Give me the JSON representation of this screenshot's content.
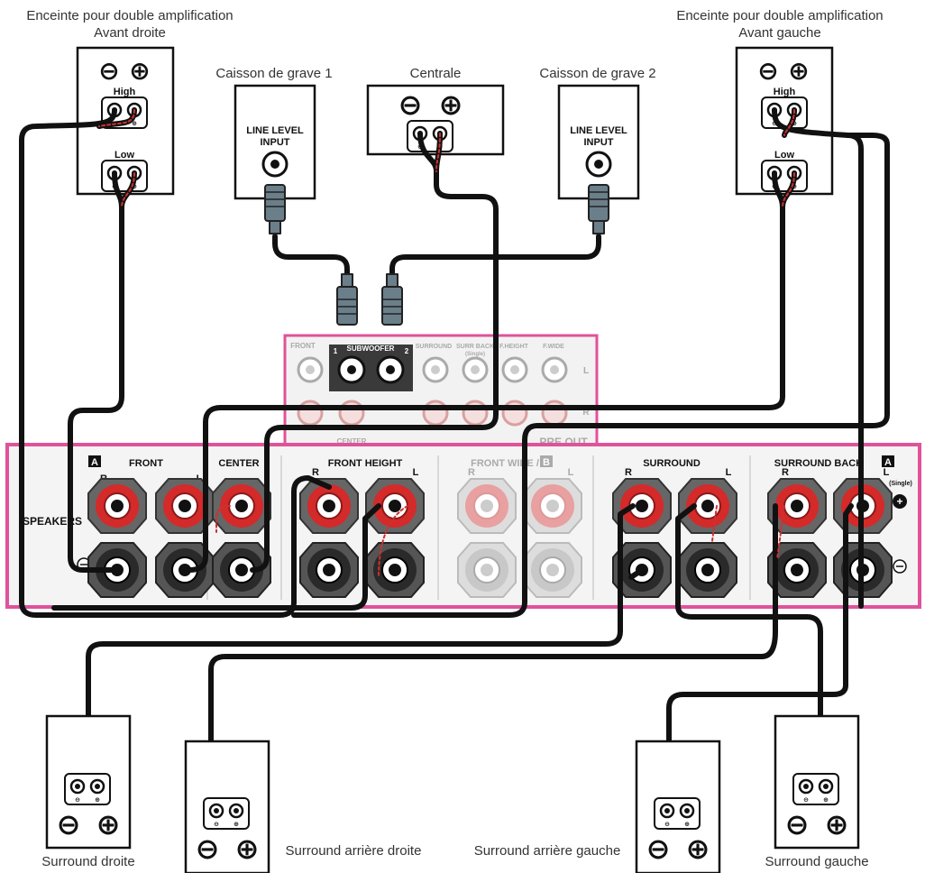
{
  "labels": {
    "front_r_line1": "Enceinte pour double amplification",
    "front_r_line2": "Avant droite",
    "front_l_line1": "Enceinte pour double amplification",
    "front_l_line2": "Avant gauche",
    "sub1": "Caisson de grave 1",
    "center": "Centrale",
    "sub2": "Caisson de grave 2",
    "surround_r": "Surround droite",
    "surround_back_r": "Surround arrière droite",
    "surround_back_l": "Surround arrière gauche",
    "surround_l": "Surround gauche"
  },
  "speaker": {
    "high": "High",
    "low": "Low",
    "line_level_1": "LINE LEVEL",
    "line_level_2": "INPUT"
  },
  "preout": {
    "front": "FRONT",
    "subwoofer": "SUBWOOFER",
    "sub_num1": "1",
    "sub_num2": "2",
    "surround": "SURROUND",
    "surr_back": "SURR BACK",
    "single": "(Single)",
    "height": "F.HEIGHT",
    "fwide": "F.WIDE",
    "l": "L",
    "r": "R",
    "center": "CENTER",
    "pre_out": "PRE OUT"
  },
  "panel": {
    "speakers": "SPEAKERS",
    "front": "FRONT",
    "center": "CENTER",
    "front_height": "FRONT HEIGHT",
    "front_wide": "FRONT WIDE /",
    "surround": "SURROUND",
    "surround_back": "SURROUND BACK",
    "badge_a": "A",
    "badge_b": "B",
    "r": "R",
    "l": "L",
    "single": "(Single)"
  },
  "colors": {
    "accent": "#e0529a",
    "cable": "#111111",
    "cable_red": "#d03030",
    "terminal_red": "#d42a2a",
    "terminal_black": "#1a1a1a"
  }
}
